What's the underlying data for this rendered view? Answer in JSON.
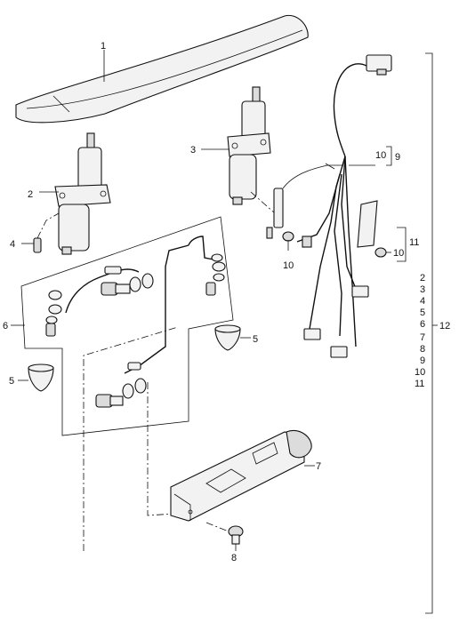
{
  "callouts": {
    "c1": "1",
    "c2": "2",
    "c3": "3",
    "c4": "4",
    "c5a": "5",
    "c5b": "5",
    "c6": "6",
    "c7": "7",
    "c8": "8",
    "c10a": "10",
    "c9": "9",
    "c10b": "10",
    "c10c": "10",
    "c11": "11",
    "c12": "12"
  },
  "group_list": [
    "2",
    "3",
    "4",
    "5",
    "6",
    "7",
    "8",
    "9",
    "10",
    "11"
  ]
}
